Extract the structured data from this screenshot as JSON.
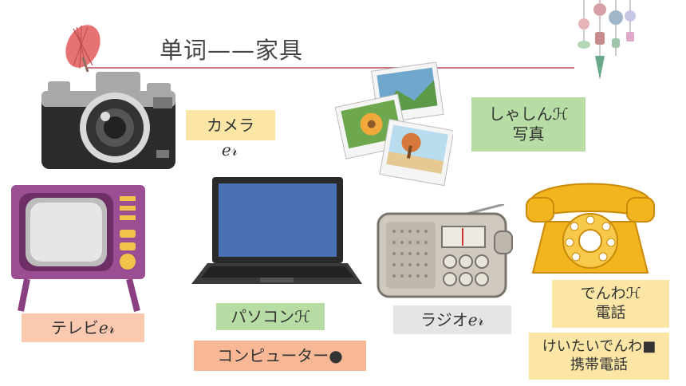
{
  "slide": {
    "title": "单词——家具",
    "colors": {
      "line": "#c7767d",
      "yellow_label": "#fbe6a6",
      "green_label": "#b8dda4",
      "pink_label": "#fac9b0",
      "gray_label": "#e5e5e5",
      "orange_label": "#f8b896"
    },
    "items": {
      "camera": {
        "word": "カメラ",
        "accent": "ℯ𝓇"
      },
      "photo": {
        "word": "しゃしんℋ",
        "kanji": "写真"
      },
      "tv": {
        "word": "テレビℯ𝓇"
      },
      "pc": {
        "word": "パソコンℋ",
        "alt": "コンピューター●"
      },
      "radio": {
        "word": "ラジオℯ𝓇"
      },
      "phone": {
        "word": "でんわℋ",
        "kanji": "電話"
      },
      "mobile": {
        "word": "けいたいでんわ■",
        "kanji": "携帯電話"
      }
    }
  }
}
